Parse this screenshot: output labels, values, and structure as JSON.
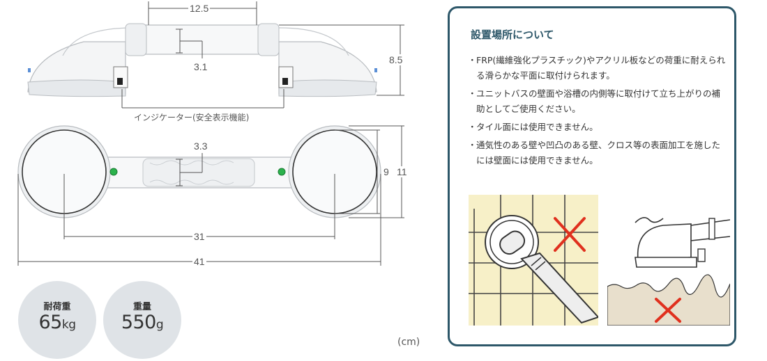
{
  "dimensions": {
    "top_width": "12.5",
    "top_grip": "3.1",
    "top_height": "8.5",
    "bottom_grip": "3.3",
    "pad_diameter": "9",
    "total_height": "11",
    "pad_spacing": "31",
    "total_length": "41"
  },
  "indicator_caption": "インジケーター(安全表示機能)",
  "unit_note": "(cm)",
  "specs": [
    {
      "label": "耐荷重",
      "number": "65",
      "unit": "kg"
    },
    {
      "label": "重量",
      "number": "550",
      "unit": "g"
    }
  ],
  "install_panel": {
    "title": "設置場所について",
    "notes": [
      "FRP(繊維強化プラスチック)やアクリル板などの荷重に耐えられる滑らかな平面に取付けられます。",
      "ユニットバスの壁面や浴槽の内側等に取付けて立ち上がりの補助としてご使用ください。",
      "タイル面には使用できません。",
      "通気性のある壁や凹凸のある壁、クロス等の表面加工を施したには壁面には使用できません。"
    ],
    "bullet": "・"
  },
  "colors": {
    "panel_border": "#2d5769",
    "cross": "#e0301e",
    "tile_bg": "#f7f0c8",
    "rough_wall": "#e8dfcc",
    "indicator_green": "#2bb24c",
    "badge_bg": "#dfe3e7"
  }
}
